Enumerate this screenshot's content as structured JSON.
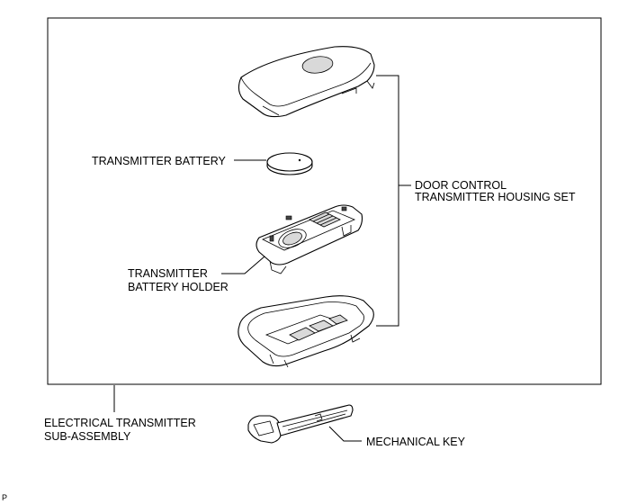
{
  "labels": {
    "transmitter_battery": "TRANSMITTER BATTERY",
    "battery_holder_line1": "TRANSMITTER",
    "battery_holder_line2": "BATTERY HOLDER",
    "housing_set_line1": "DOOR CONTROL",
    "housing_set_line2": "TRANSMITTER HOUSING SET",
    "sub_assembly_line1": "ELECTRICAL TRANSMITTER",
    "sub_assembly_line2": "SUB-ASSEMBLY",
    "mechanical_key": "MECHANICAL KEY"
  },
  "corner_mark": "P",
  "colors": {
    "line": "#000000",
    "background": "#ffffff",
    "shade": "#d9d9d9"
  }
}
